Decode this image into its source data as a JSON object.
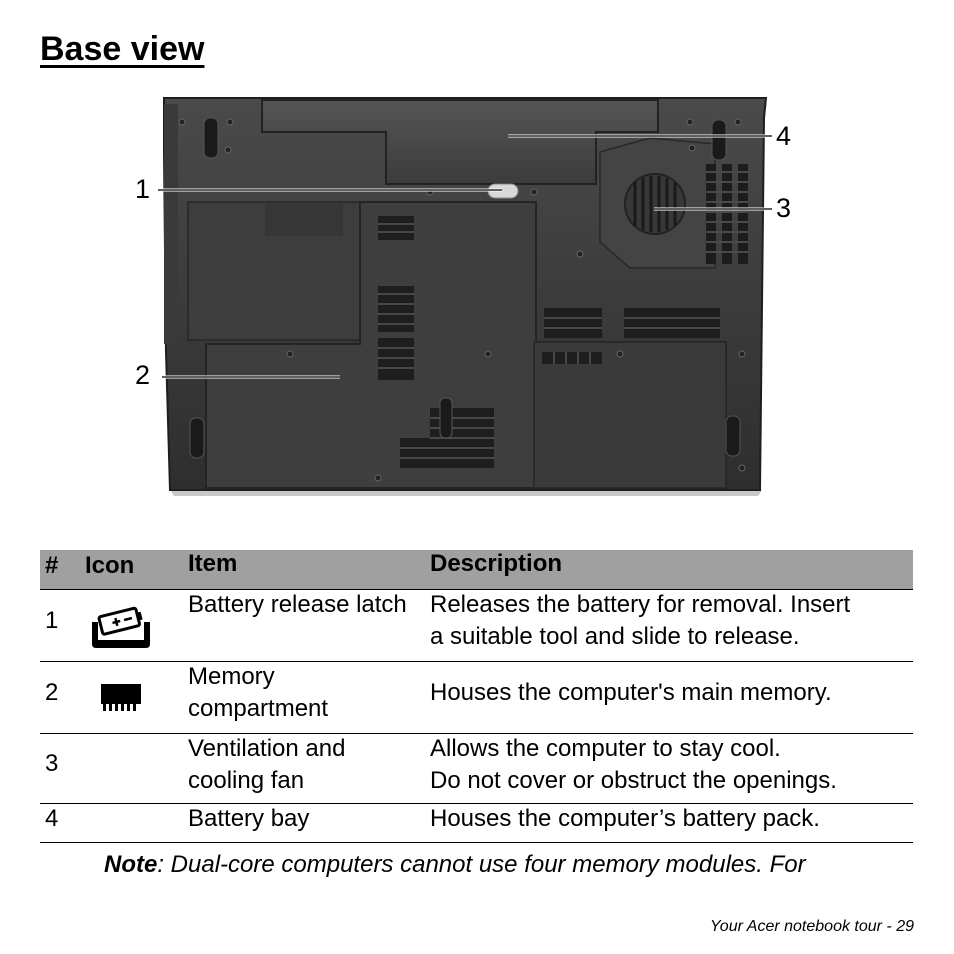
{
  "page": {
    "title": "Base view",
    "footer": "Your Acer notebook tour -  29"
  },
  "figure": {
    "callouts": [
      "1",
      "2",
      "3",
      "4"
    ]
  },
  "table": {
    "headers": [
      "#",
      "Icon",
      "Item",
      "Description"
    ],
    "rows": [
      {
        "num": "1",
        "icon": "battery-release-icon",
        "item": "Battery release latch",
        "desc_lines": [
          "Releases the battery for removal. Insert",
          "a suitable tool and slide to release."
        ]
      },
      {
        "num": "2",
        "icon": "memory-module-icon",
        "item": "Memory compartment",
        "desc_lines": [
          "Houses the computer's main memory."
        ]
      },
      {
        "num": "3",
        "icon": "",
        "item": "Ventilation and cooling fan",
        "desc_lines": [
          "Allows the computer to stay cool.",
          "Do not cover or obstruct the openings."
        ]
      },
      {
        "num": "4",
        "icon": "",
        "item": "Battery bay",
        "desc_lines": [
          "Houses the computer’s battery pack."
        ]
      }
    ]
  },
  "note": {
    "label": "Note",
    "text": ": Dual-core computers cannot use four memory modules. For"
  }
}
